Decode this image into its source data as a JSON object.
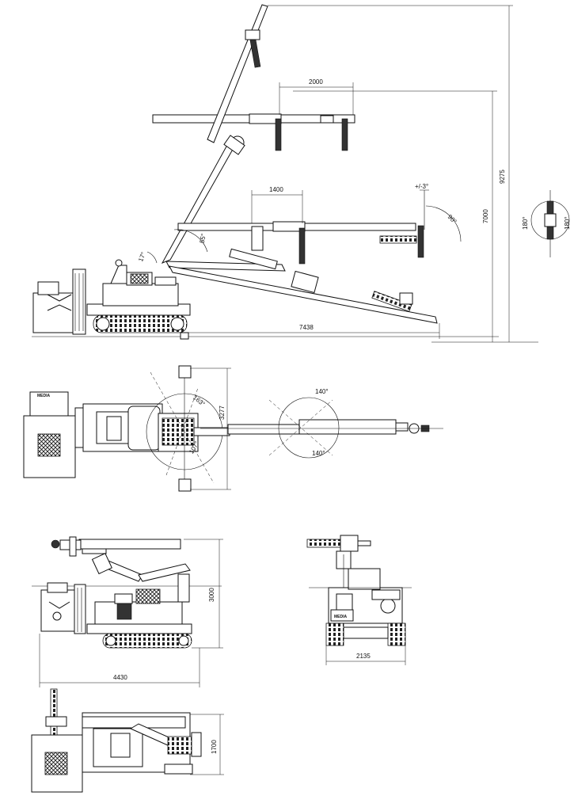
{
  "side_view": {
    "max_height": "9275",
    "height": "7000",
    "reach": "7438",
    "extension_upper": "2000",
    "extension_lower": "1400",
    "angle_front": "90°",
    "angle_tilt": "+/-3°",
    "angle_boom": "55°",
    "angle_base": "17°"
  },
  "end_view": {
    "rotation_left": "180°",
    "rotation_right": "180°"
  },
  "top_view": {
    "width": "3277",
    "angle_slew": "163°",
    "angle_swing": "107°",
    "angle_head_top": "140°",
    "angle_head_bottom": "140°"
  },
  "transport_side": {
    "height": "3000",
    "length": "4430"
  },
  "transport_front": {
    "width": "2135"
  },
  "transport_top": {
    "width": "1700"
  },
  "logo": "MEDIA"
}
